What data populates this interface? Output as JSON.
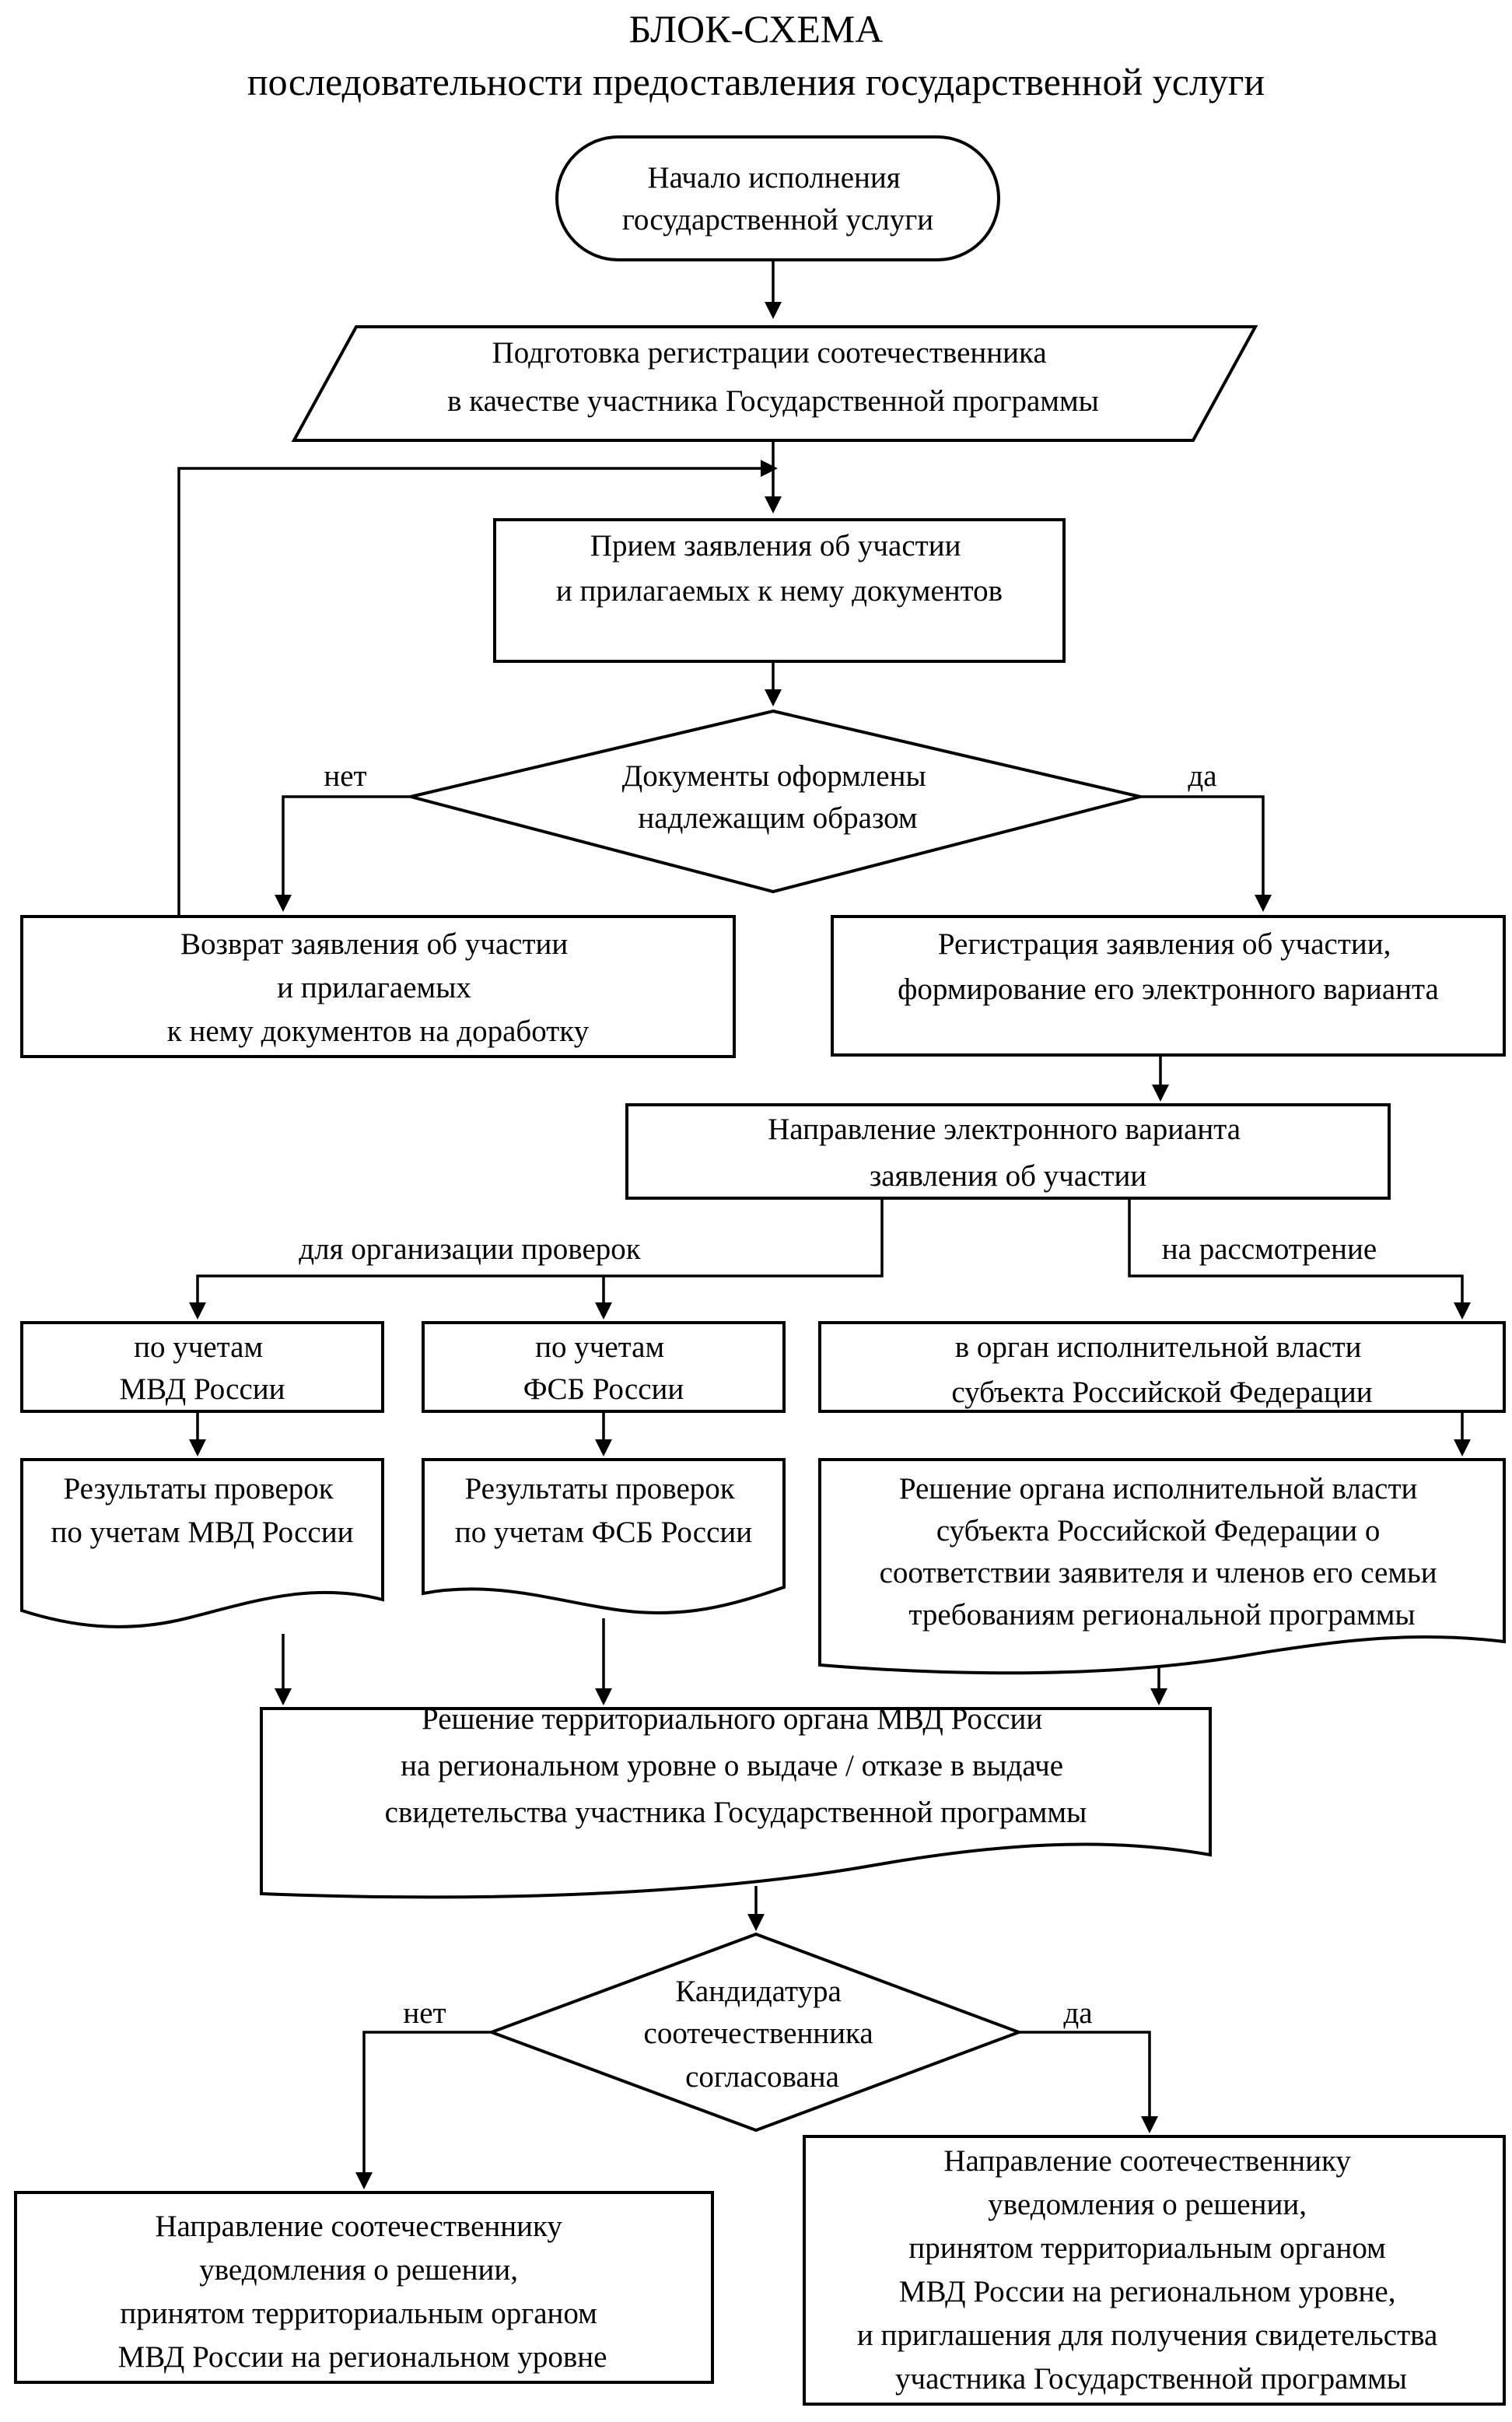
{
  "title": {
    "line1": "БЛОК-СХЕМА",
    "line2": "последовательности предоставления государственной услуги"
  },
  "nodes": {
    "start": {
      "lines": [
        "Начало исполнения",
        "государственной услуги"
      ]
    },
    "prepare": {
      "lines": [
        "Подготовка регистрации соотечественника",
        "в качестве участника Государственной программы"
      ]
    },
    "receive": {
      "lines": [
        "Прием заявления об участии",
        "и прилагаемых к нему документов"
      ]
    },
    "decision1": {
      "lines": [
        "Документы оформлены",
        "надлежащим образом"
      ]
    },
    "return": {
      "lines": [
        "Возврат заявления об участии",
        "и прилагаемых",
        "к нему документов на доработку"
      ]
    },
    "register": {
      "lines": [
        "Регистрация заявления об участии,",
        "формирование его электронного варианта"
      ]
    },
    "send": {
      "lines": [
        "Направление электронного варианта",
        "заявления об участии"
      ]
    },
    "mvd_check": {
      "lines": [
        "по учетам",
        "МВД России"
      ]
    },
    "fsb_check": {
      "lines": [
        "по учетам",
        "ФСБ России"
      ]
    },
    "region_organ": {
      "lines": [
        "в орган исполнительной власти",
        "субъекта Российской Федерации"
      ]
    },
    "mvd_results": {
      "lines": [
        "Результаты проверок",
        "по учетам МВД России"
      ]
    },
    "fsb_results": {
      "lines": [
        "Результаты проверок",
        "по учетам ФСБ России"
      ]
    },
    "region_decision": {
      "lines": [
        "Решение органа исполнительной власти",
        "субъекта Российской Федерации о",
        "соответствии заявителя и членов его семьи",
        "требованиям региональной программы"
      ]
    },
    "mvd_decision": {
      "lines": [
        "Решение территориального органа МВД России",
        "на региональном уровне о выдаче / отказе в выдаче",
        "свидетельства участника Государственной программы"
      ]
    },
    "decision2": {
      "lines": [
        "Кандидатура",
        "соотечественника",
        "согласована"
      ]
    },
    "notify_no": {
      "lines": [
        "Направление соотечественнику",
        "уведомления о решении,",
        "принятом территориальным органом",
        "МВД России на региональном уровне"
      ]
    },
    "notify_yes": {
      "lines": [
        "Направление соотечественнику",
        "уведомления о решении,",
        "принятом территориальным органом",
        "МВД России на региональном уровне,",
        "и приглашения для получения свидетельства",
        "участника Государственной программы"
      ]
    }
  },
  "labels": {
    "no1": "нет",
    "yes1": "да",
    "for_checks": "для организации проверок",
    "for_review": "на рассмотрение",
    "no2": "нет",
    "yes2": "да"
  }
}
